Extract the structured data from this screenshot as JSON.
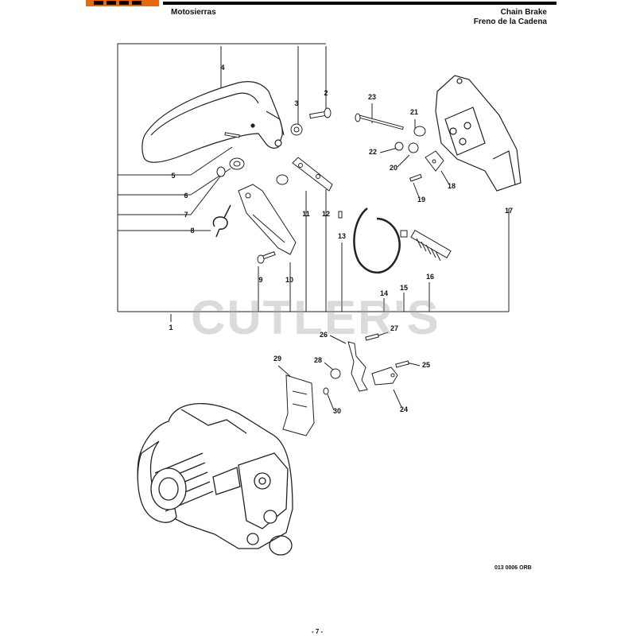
{
  "header": {
    "section_es": "Motosierras",
    "title_en": "Chain Brake",
    "title_es": "Freno de la Cadena",
    "accent_color": "#e36a12"
  },
  "watermark": "CUTLER'S",
  "figure_code": "013 0006 ORB",
  "page_number": "- 7 -",
  "callouts": [
    "1",
    "2",
    "3",
    "4",
    "5",
    "6",
    "7",
    "8",
    "9",
    "10",
    "11",
    "12",
    "13",
    "14",
    "15",
    "16",
    "17",
    "18",
    "19",
    "20",
    "21",
    "22",
    "23",
    "24",
    "25",
    "26",
    "27",
    "28",
    "29",
    "30"
  ]
}
